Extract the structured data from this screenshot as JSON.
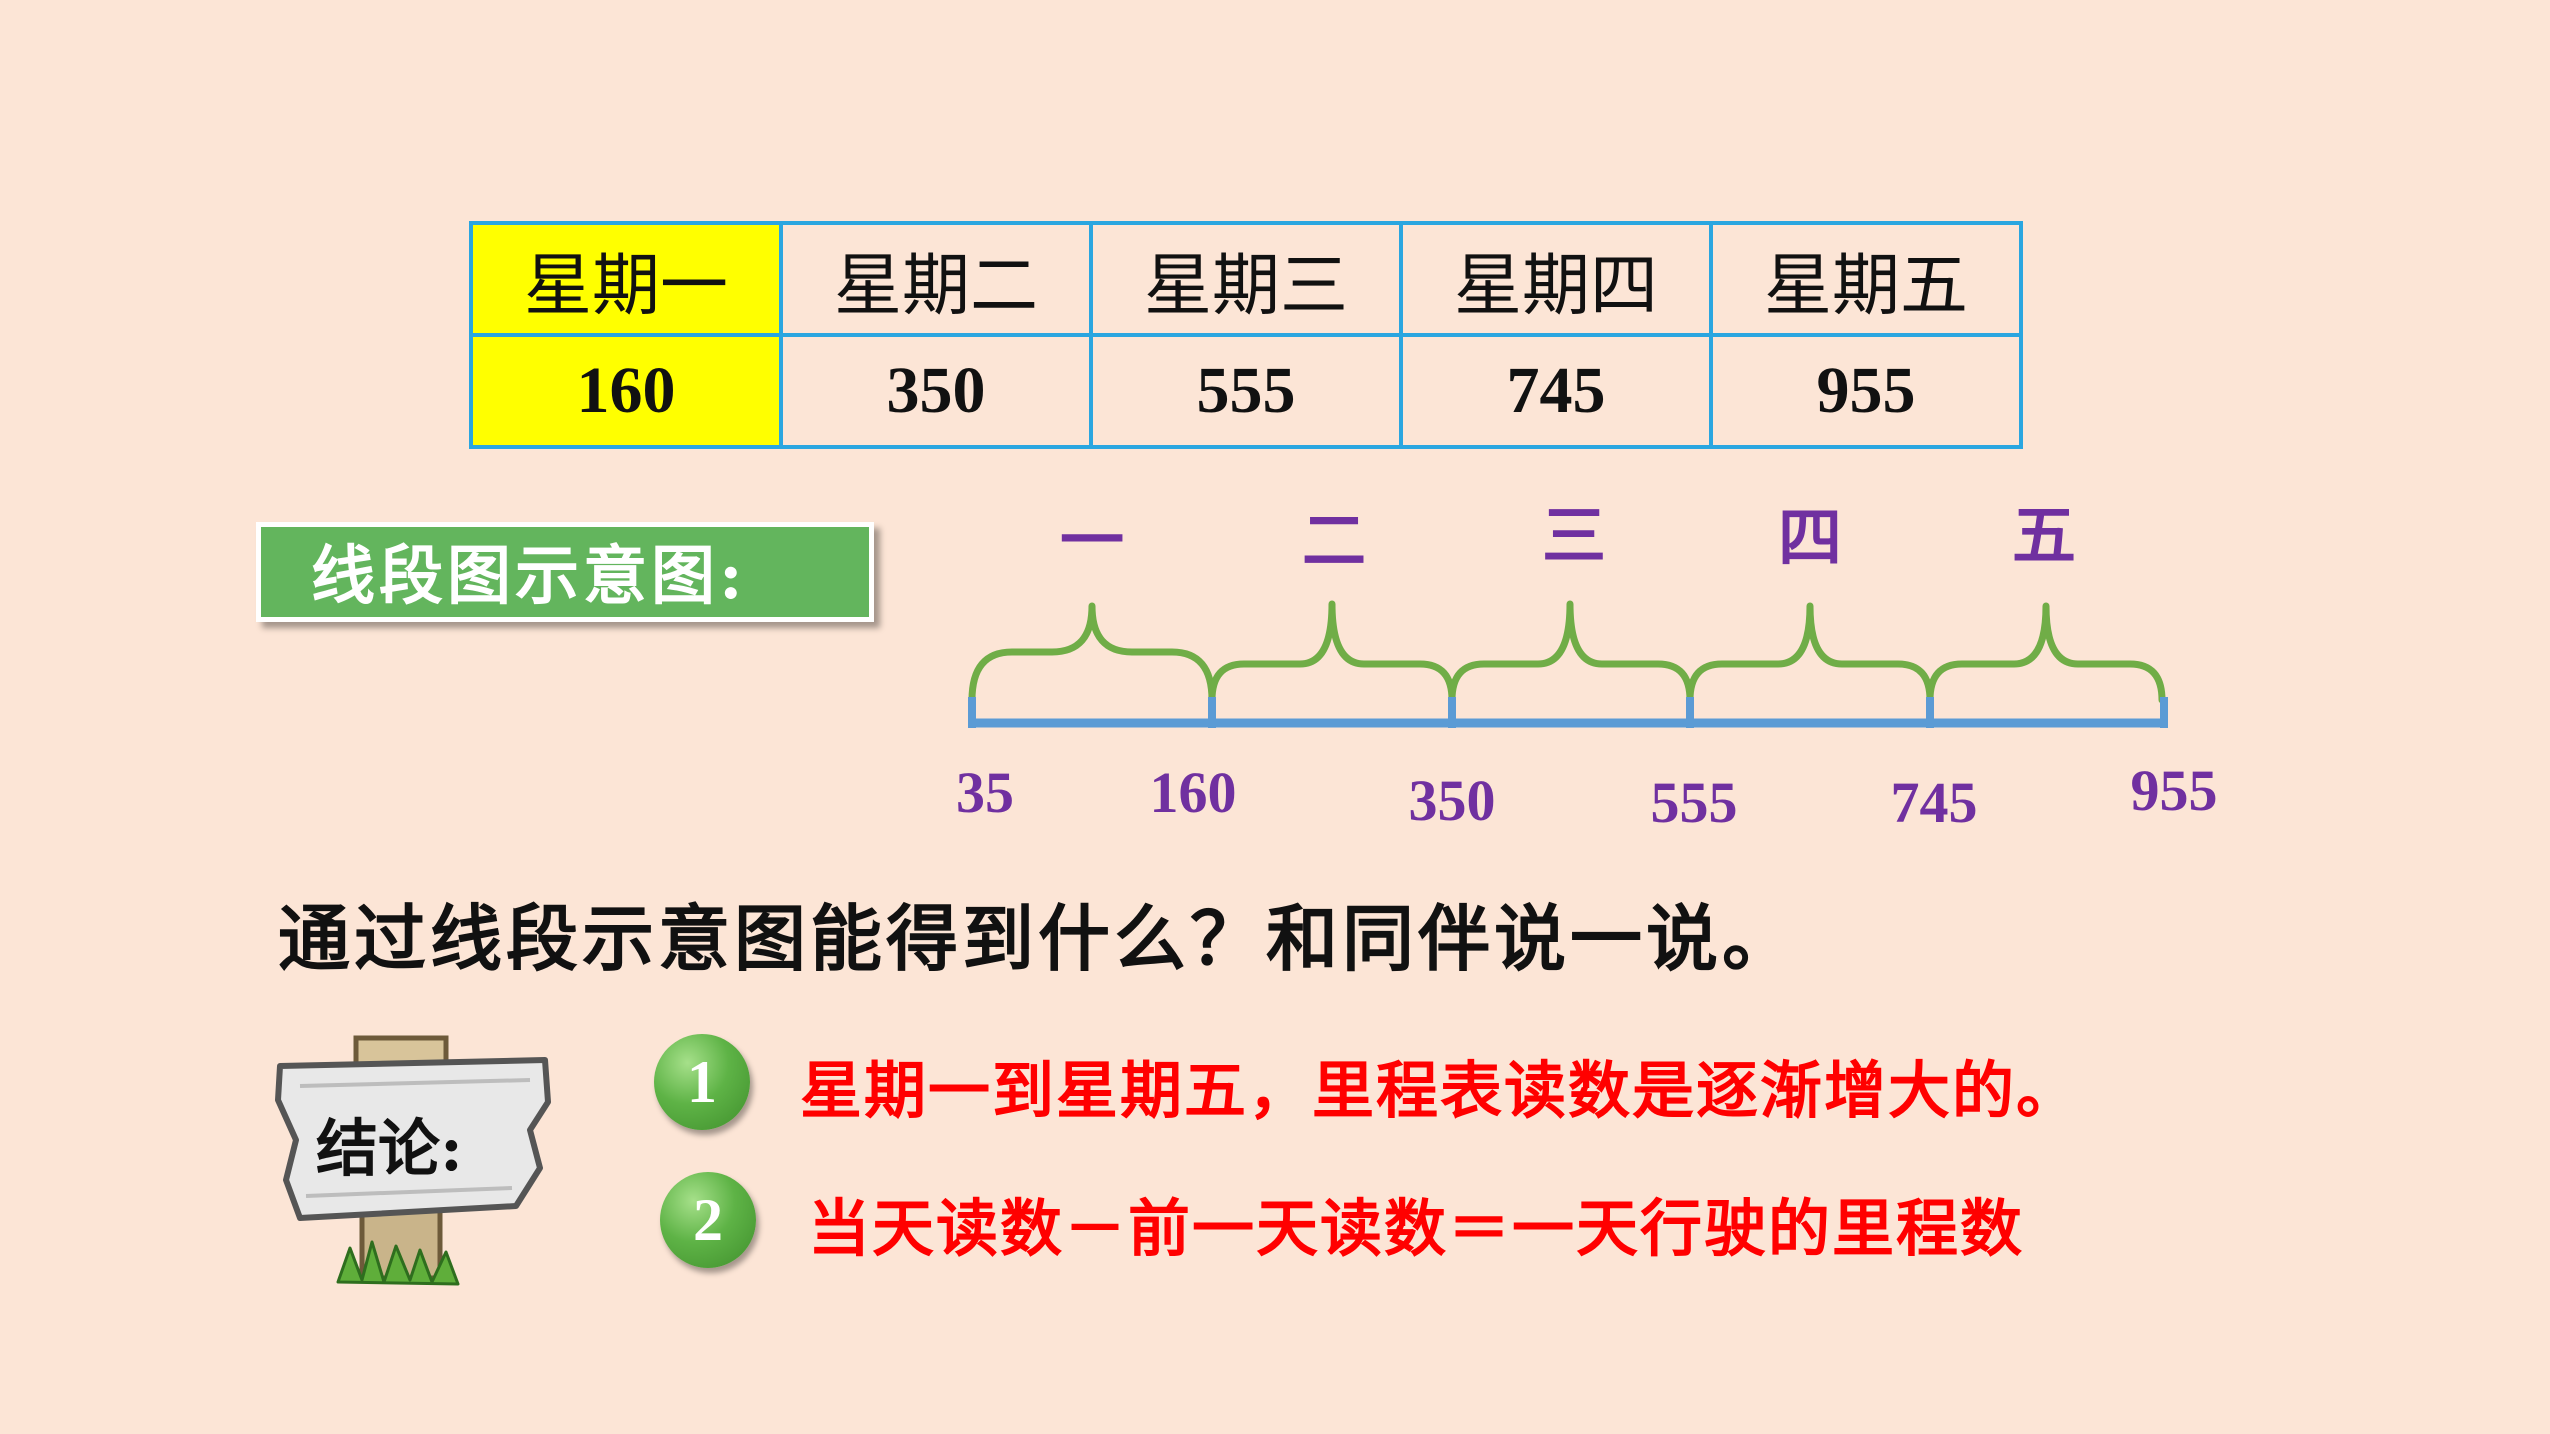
{
  "table": {
    "headers": [
      "星期一",
      "星期二",
      "星期三",
      "星期四",
      "星期五"
    ],
    "values": [
      "160",
      "350",
      "555",
      "745",
      "955"
    ]
  },
  "diagram_label": "线段图示意图:",
  "diagram": {
    "segment_labels": [
      "一",
      "二",
      "三",
      "四",
      "五"
    ],
    "tick_labels": [
      "35",
      "160",
      "350",
      "555",
      "745",
      "955"
    ]
  },
  "question": "通过线段示意图能得到什么？和同伴说一说。",
  "sign_label": "结论:",
  "conclusions": [
    {
      "number": "1",
      "text": "星期一到星期五，里程表读数是逐渐增大的。"
    },
    {
      "number": "2",
      "text": "当天读数－前一天读数＝一天行驶的里程数"
    }
  ],
  "colors": {
    "background": "#fce5d6",
    "table_border": "#2aa6e0",
    "highlight": "#ffff00",
    "label_green": "#63b55d",
    "line_blue": "#5b9bd5",
    "brace_green": "#70ad47",
    "purple": "#7030a0",
    "conclusion_red": "#ff0000"
  }
}
